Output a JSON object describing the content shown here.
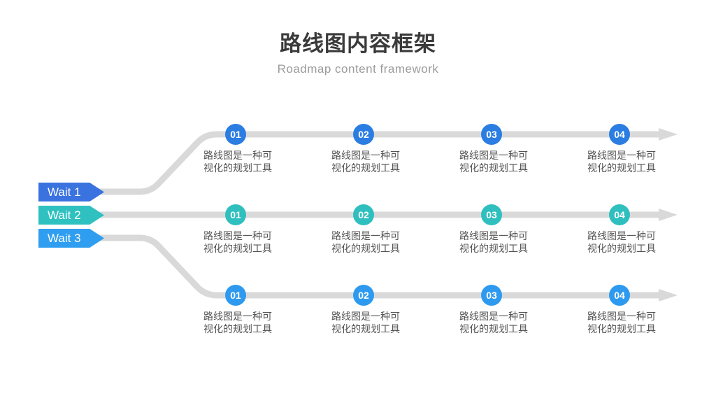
{
  "header": {
    "title": "路线图内容框架",
    "subtitle": "Roadmap content framework"
  },
  "colors": {
    "track": "#d9d9d9",
    "row1_accent": "#2b7de2",
    "row1_flag": "#3a72df",
    "row2_accent": "#2fbfbe",
    "row2_flag": "#2fc1c0",
    "row3_accent": "#2e9aef",
    "row3_flag": "#2f9ef0",
    "title_text": "#3a3a3a",
    "subtitle_text": "#9b9b9b",
    "desc_text": "#545454"
  },
  "rows": [
    {
      "label": "Wait 1",
      "milestones": [
        {
          "number": "01",
          "desc": "路线图是一种可\n视化的规划工具"
        },
        {
          "number": "02",
          "desc": "路线图是一种可\n视化的规划工具"
        },
        {
          "number": "03",
          "desc": "路线图是一种可\n视化的规划工具"
        },
        {
          "number": "04",
          "desc": "路线图是一种可\n视化的规划工具"
        }
      ]
    },
    {
      "label": "Wait 2",
      "milestones": [
        {
          "number": "01",
          "desc": "路线图是一种可\n视化的规划工具"
        },
        {
          "number": "02",
          "desc": "路线图是一种可\n视化的规划工具"
        },
        {
          "number": "03",
          "desc": "路线图是一种可\n视化的规划工具"
        },
        {
          "number": "04",
          "desc": "路线图是一种可\n视化的规划工具"
        }
      ]
    },
    {
      "label": "Wait 3",
      "milestones": [
        {
          "number": "01",
          "desc": "路线图是一种可\n视化的规划工具"
        },
        {
          "number": "02",
          "desc": "路线图是一种可\n视化的规划工具"
        },
        {
          "number": "03",
          "desc": "路线图是一种可\n视化的规划工具"
        },
        {
          "number": "04",
          "desc": "路线图是一种可\n视化的规划工具"
        }
      ]
    }
  ]
}
